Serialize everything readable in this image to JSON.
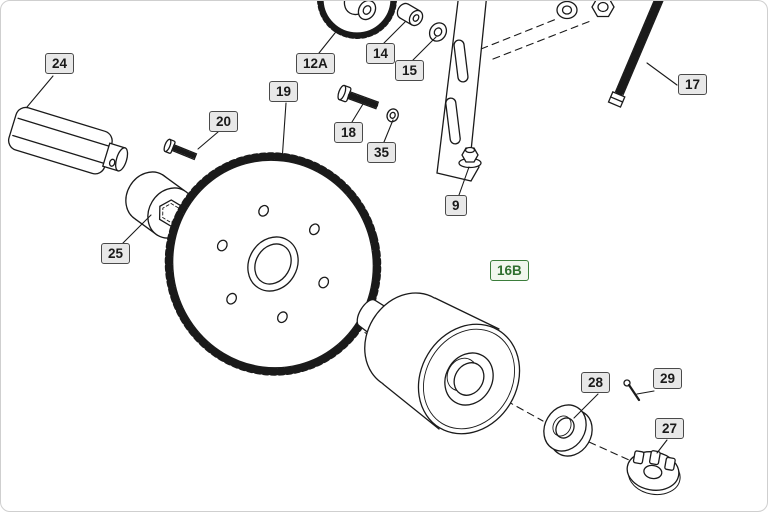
{
  "diagram": {
    "type": "exploded-parts-diagram",
    "labels": {
      "l24": "24",
      "l20": "20",
      "l25": "25",
      "l19": "19",
      "l12A": "12A",
      "l14": "14",
      "l15": "15",
      "l18": "18",
      "l35": "35",
      "l9": "9",
      "l17": "17",
      "l16B": "16B",
      "l28": "28",
      "l29": "29",
      "l27": "27"
    },
    "highlighted_label": "16B",
    "colors": {
      "label_background": "#e8e8e8",
      "label_border": "#4a4a4a",
      "label_text": "#1a1a1a",
      "highlight_background": "#f1f7ee",
      "highlight_border": "#3b7d3b",
      "highlight_text": "#2f6f2f",
      "line_color": "#1a1a1a",
      "background": "#ffffff"
    }
  }
}
